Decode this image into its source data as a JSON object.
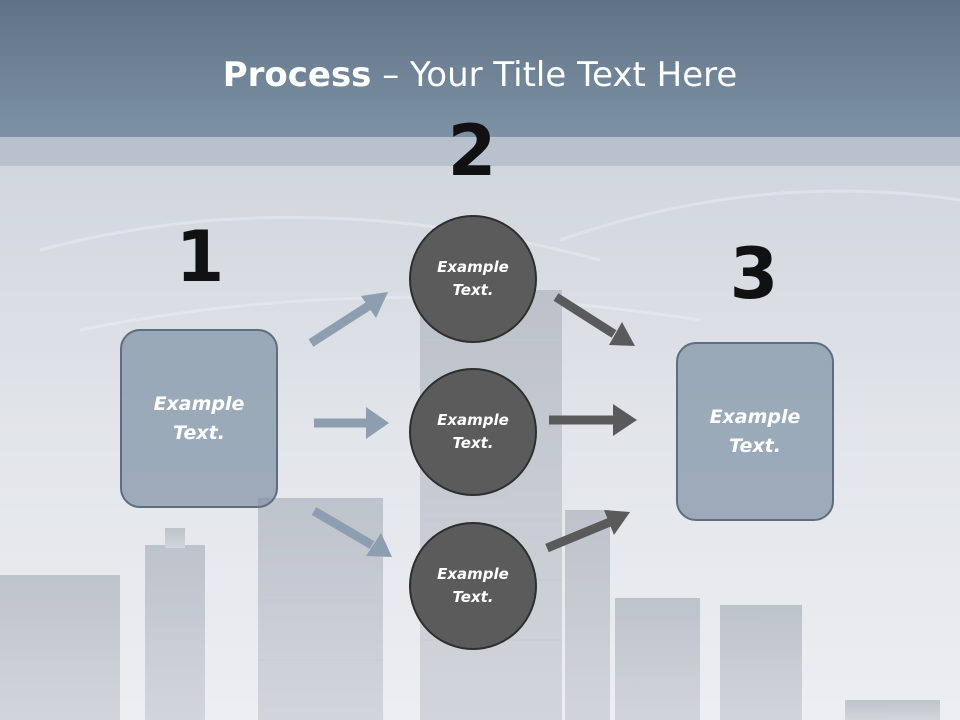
{
  "title": {
    "bold": "Process",
    "rest": " – Your Title Text Here"
  },
  "steps": {
    "one": {
      "number": "1",
      "text": "Example\nText."
    },
    "two": {
      "number": "2"
    },
    "three": {
      "number": "3",
      "text": "Example\nText."
    }
  },
  "circles": [
    {
      "text": "Example\nText."
    },
    {
      "text": "Example\nText."
    },
    {
      "text": "Example\nText."
    }
  ],
  "colors": {
    "title_bar": "#6f8397",
    "box_fill": "#8093a6",
    "circle_fill": "#5b5b5b",
    "arrow_light": "#8c9eb0",
    "arrow_dark": "#5a5a5a"
  }
}
